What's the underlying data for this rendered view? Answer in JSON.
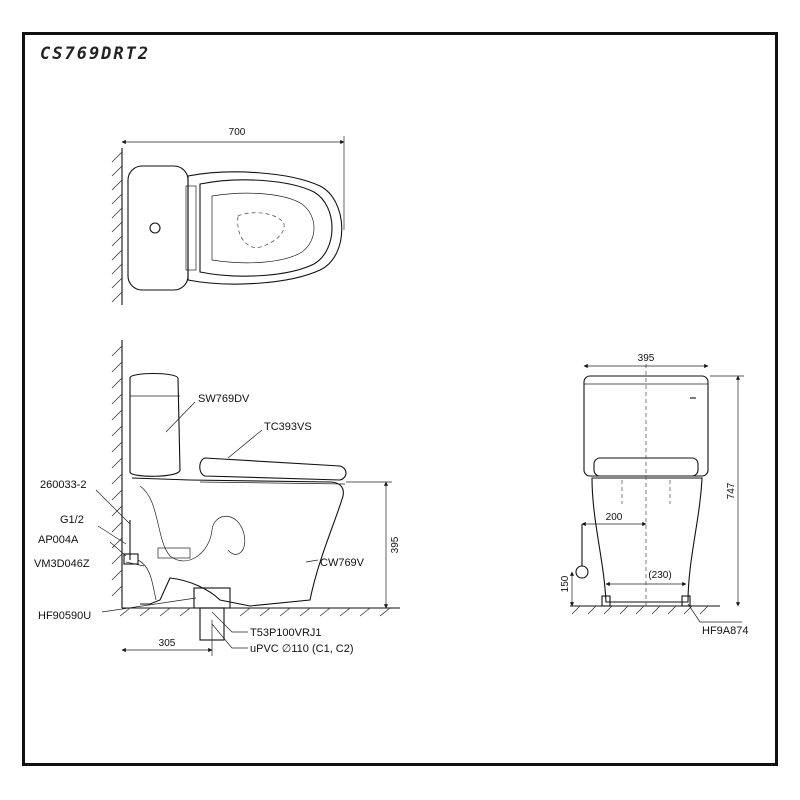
{
  "title": "CS769DRT2",
  "top_view": {
    "dims": {
      "length": "700"
    }
  },
  "side_view": {
    "labels": {
      "tank": "SW769DV",
      "seat": "TC393VS",
      "part_260033": "260033-2",
      "inlet_thread": "G1/2",
      "angle_valve": "AP004A",
      "hose": "VM3D046Z",
      "bowl": "CW769V",
      "flange": "HF90590U",
      "drain": "T53P100VRJ1",
      "pipe": "uPVC ∅110 (C1, C2)"
    },
    "dims": {
      "rough_in": "305",
      "seat_height": "395"
    }
  },
  "front_view": {
    "labels": {
      "bolt_cap": "HF9A874"
    },
    "dims": {
      "width": "395",
      "height": "747",
      "valve_offset": "200",
      "bolt_span": "(230)",
      "inlet_height": "150"
    }
  },
  "colors": {
    "line": "#111111",
    "frame": "#111111",
    "background": "#ffffff"
  }
}
